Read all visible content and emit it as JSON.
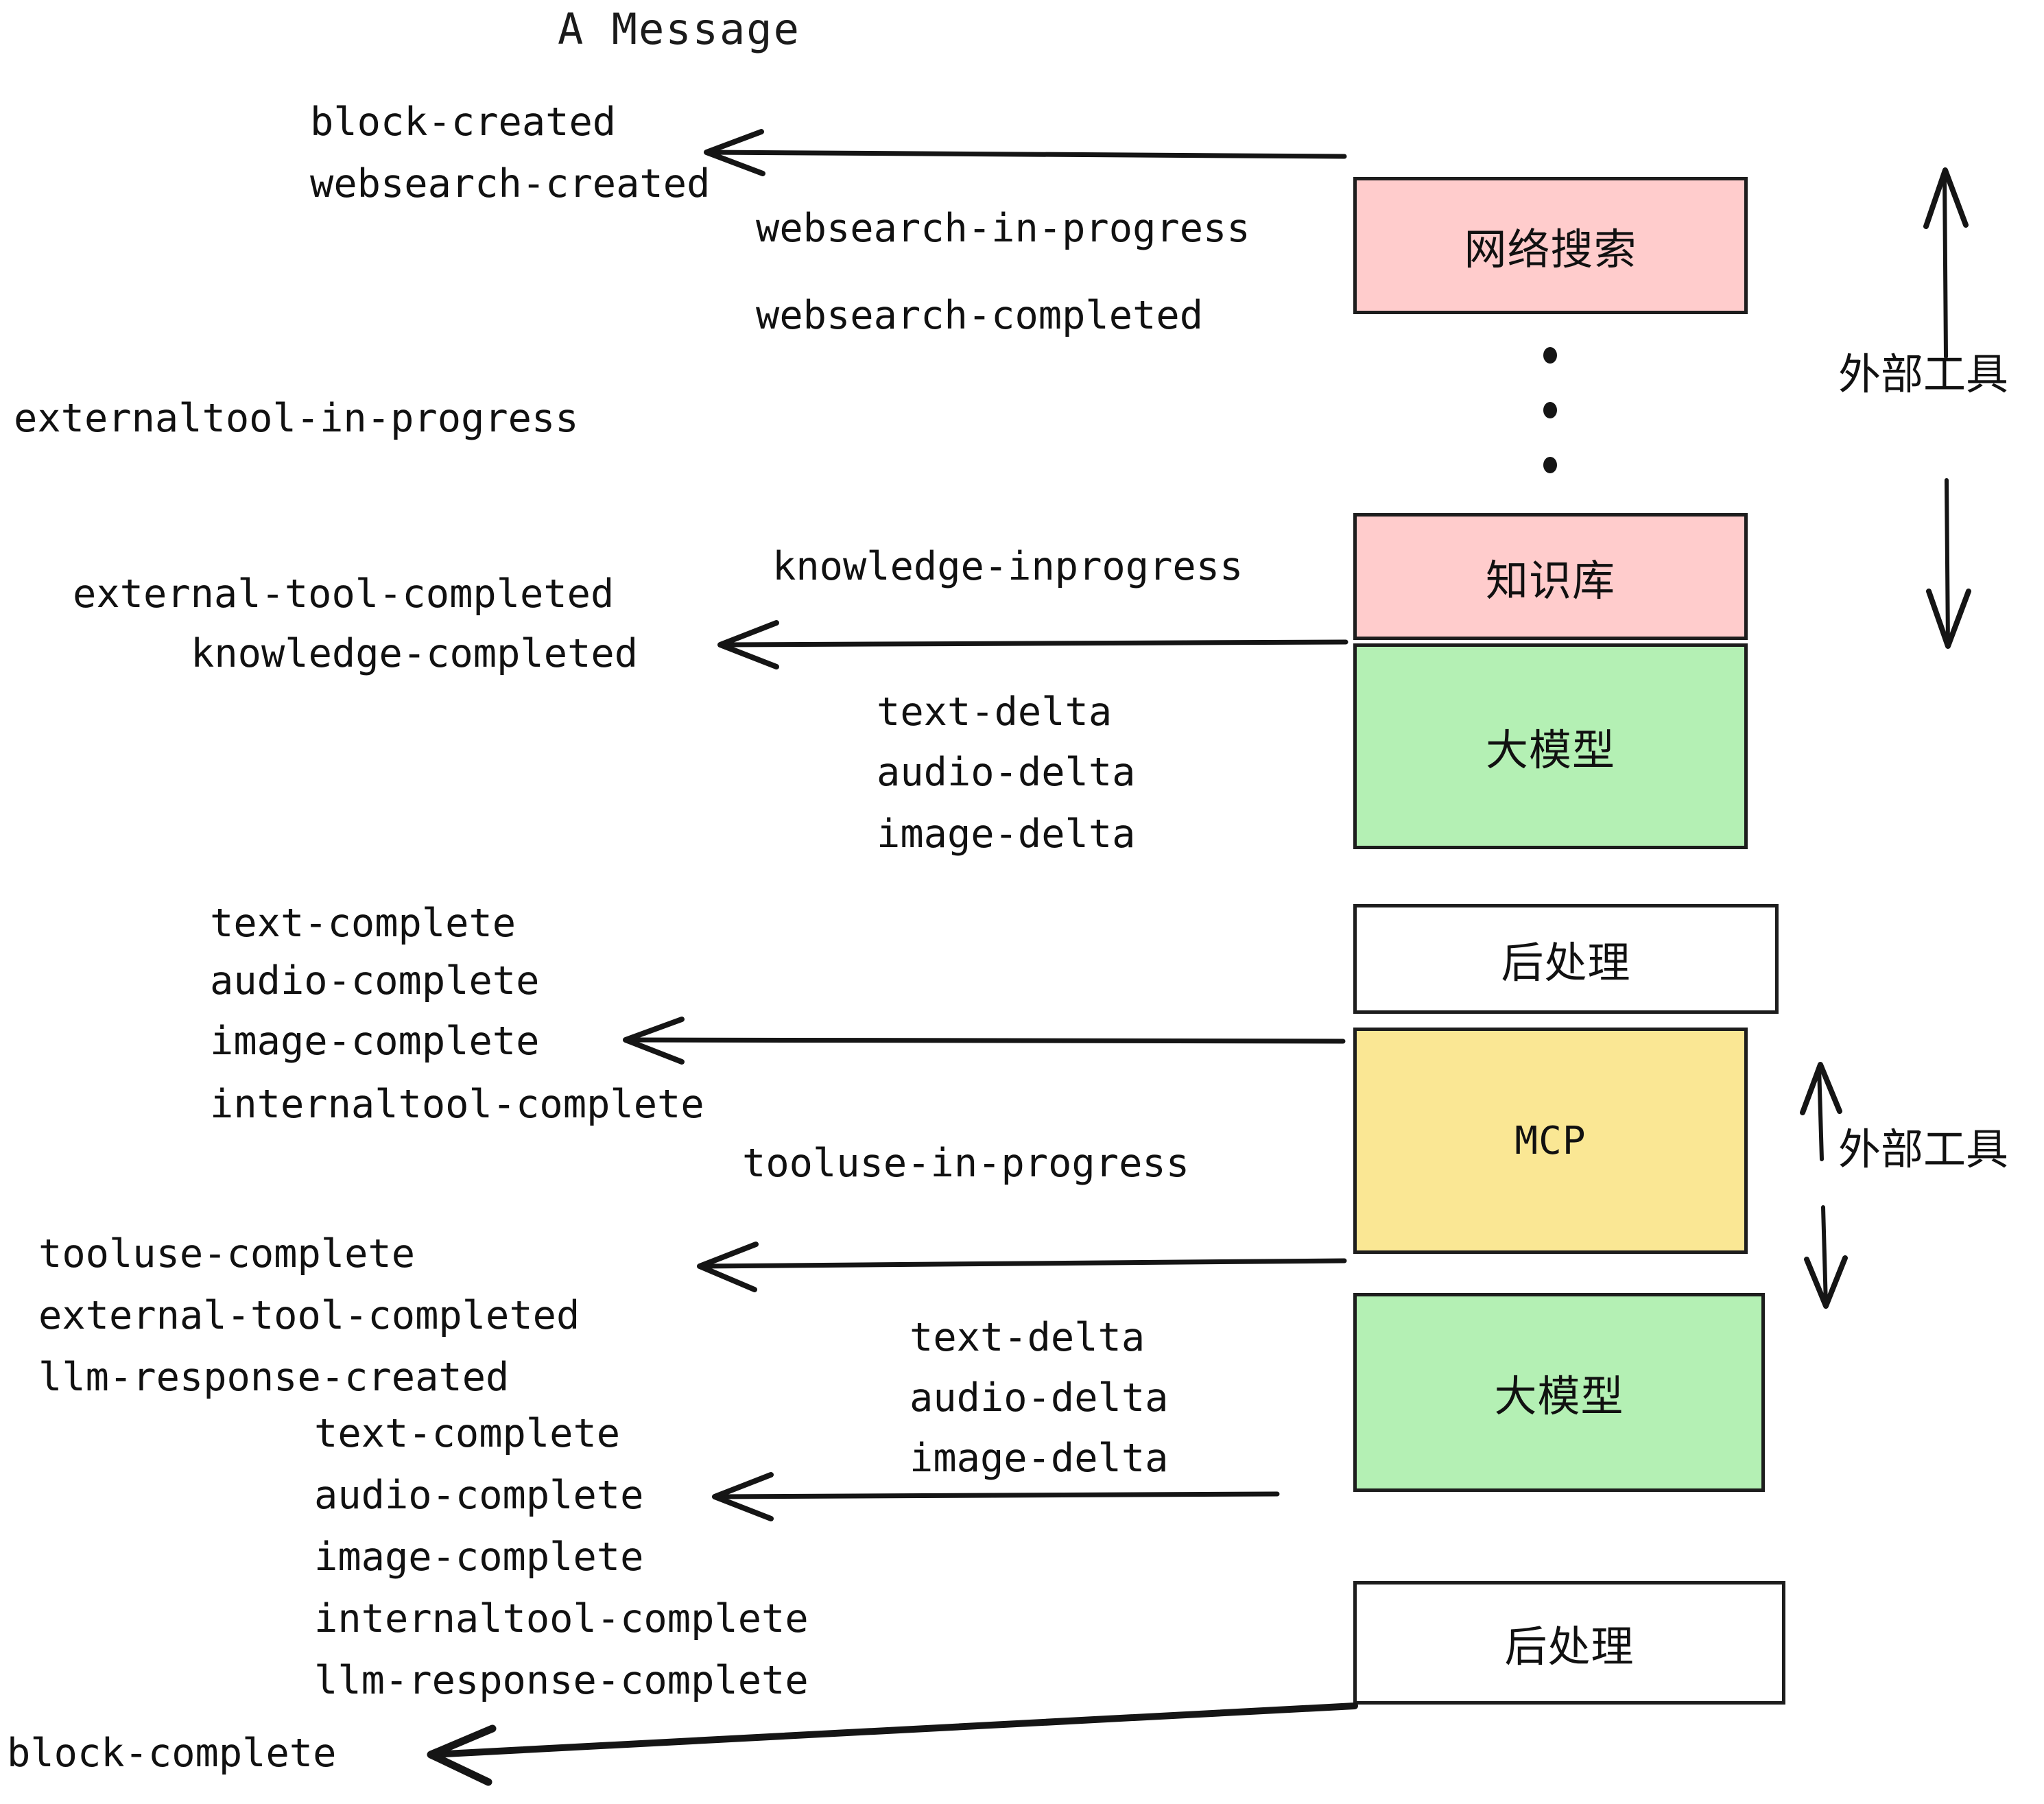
{
  "title": "A Message",
  "diagram": {
    "type": "sequence-flow",
    "nodes": [
      {
        "id": "websearch",
        "label": "网络搜索",
        "color": "#ffcccc",
        "kind": "external-tool"
      },
      {
        "id": "knowledge",
        "label": "知识库",
        "color": "#ffcccc",
        "kind": "external-tool"
      },
      {
        "id": "llm1",
        "label": "大模型",
        "color": "#b4f0b4",
        "kind": "model"
      },
      {
        "id": "post1",
        "label": "后处理",
        "color": "#ffffff",
        "kind": "post-process"
      },
      {
        "id": "mcp",
        "label": "MCP",
        "color": "#fae794",
        "kind": "external-tool"
      },
      {
        "id": "llm2",
        "label": "大模型",
        "color": "#b4f0b4",
        "kind": "model"
      },
      {
        "id": "post2",
        "label": "后处理",
        "color": "#ffffff",
        "kind": "post-process"
      }
    ],
    "group_labels": [
      {
        "id": "ext-tools-top",
        "label": "外部工具",
        "spans": [
          "websearch",
          "knowledge"
        ]
      },
      {
        "id": "ext-tools-bottom",
        "label": "外部工具",
        "spans": [
          "mcp"
        ]
      }
    ],
    "events": [
      {
        "id": "block-created",
        "label": "block-created"
      },
      {
        "id": "websearch-created",
        "label": "websearch-created"
      },
      {
        "id": "websearch-in-progress",
        "label": "websearch-in-progress"
      },
      {
        "id": "websearch-completed",
        "label": "websearch-completed"
      },
      {
        "id": "externaltool-in-progress",
        "label": "externaltool-in-progress"
      },
      {
        "id": "knowledge-inprogress",
        "label": "knowledge-inprogress"
      },
      {
        "id": "external-tool-completed-1",
        "label": "external-tool-completed"
      },
      {
        "id": "knowledge-completed",
        "label": "knowledge-completed"
      },
      {
        "id": "text-delta-1",
        "label": "text-delta"
      },
      {
        "id": "audio-delta-1",
        "label": "audio-delta"
      },
      {
        "id": "image-delta-1",
        "label": "image-delta"
      },
      {
        "id": "text-complete-1",
        "label": "text-complete"
      },
      {
        "id": "audio-complete-1",
        "label": "audio-complete"
      },
      {
        "id": "image-complete-1",
        "label": "image-complete"
      },
      {
        "id": "internaltool-complete-1",
        "label": "internaltool-complete"
      },
      {
        "id": "tooluse-in-progress",
        "label": "tooluse-in-progress"
      },
      {
        "id": "tooluse-complete",
        "label": "tooluse-complete"
      },
      {
        "id": "external-tool-completed-2",
        "label": "external-tool-completed"
      },
      {
        "id": "llm-response-created",
        "label": "llm-response-created"
      },
      {
        "id": "text-delta-2",
        "label": "text-delta"
      },
      {
        "id": "audio-delta-2",
        "label": "audio-delta"
      },
      {
        "id": "image-delta-2",
        "label": "image-delta"
      },
      {
        "id": "text-complete-2",
        "label": "text-complete"
      },
      {
        "id": "audio-complete-2",
        "label": "audio-complete"
      },
      {
        "id": "image-complete-2",
        "label": "image-complete"
      },
      {
        "id": "internaltool-complete-2",
        "label": "internaltool-complete"
      },
      {
        "id": "llm-response-complete",
        "label": "llm-response-complete"
      },
      {
        "id": "block-complete",
        "label": "block-complete"
      }
    ],
    "ellipsis": "⋮"
  }
}
